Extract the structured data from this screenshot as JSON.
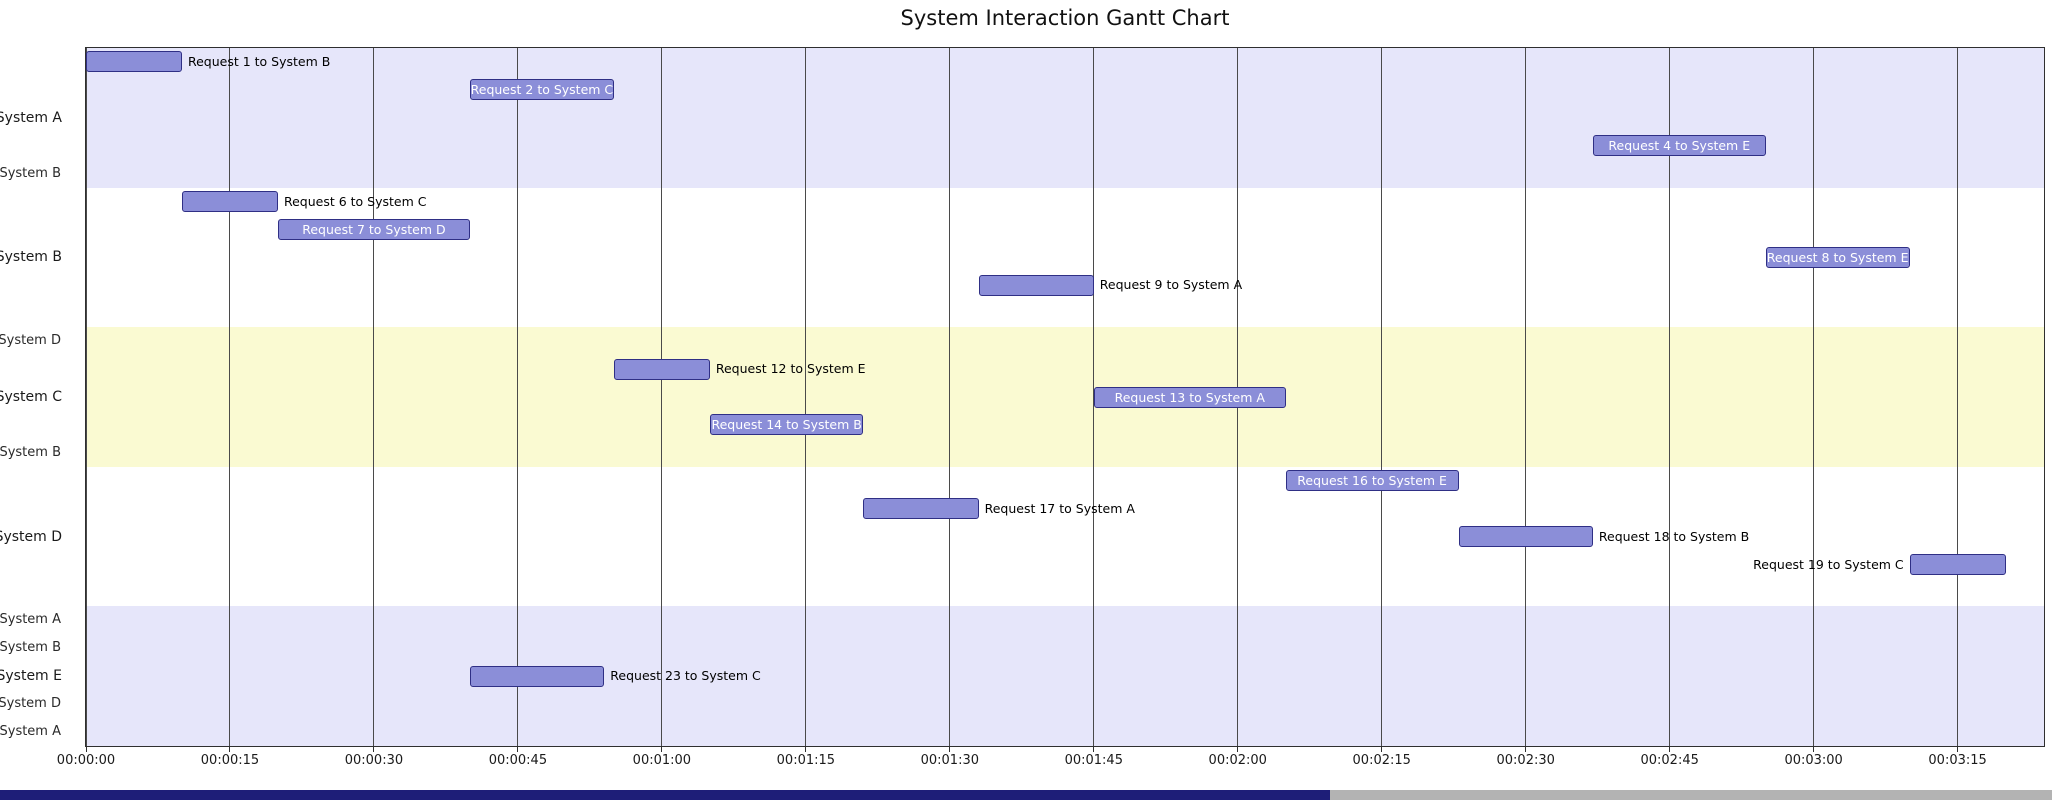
{
  "title": "System Interaction Gantt Chart",
  "colors": {
    "bar_fill": "#8b8ed8",
    "bar_border": "#2f2f85",
    "gridline": "#4a4a4a",
    "axis_text": "#1a1a1a",
    "inside_label": "#ffffff",
    "outside_label": "#000000",
    "strip_fill": "#1e1e78",
    "strip_track": "#b3b3b3"
  },
  "chart_data": {
    "type": "gantt",
    "title": "System Interaction Gantt Chart",
    "xlabel": "",
    "ylabel": "",
    "grid": true,
    "x_ticks": [
      "00:00:00",
      "00:00:15",
      "00:00:30",
      "00:00:45",
      "00:01:00",
      "00:01:15",
      "00:01:30",
      "00:01:45",
      "00:02:00",
      "00:02:15",
      "00:02:30",
      "00:02:45",
      "00:03:00",
      "00:03:15"
    ],
    "x_tick_seconds": [
      0,
      15,
      30,
      45,
      60,
      75,
      90,
      105,
      120,
      135,
      150,
      165,
      180,
      195
    ],
    "x_range_seconds": [
      0,
      204
    ],
    "groups": [
      {
        "label": "System A",
        "band_color": "#e6e6fa",
        "lanes": 5
      },
      {
        "label": "System B",
        "band_color": "#ffffff",
        "lanes": 5
      },
      {
        "label": "System C",
        "band_color": "#fafad2",
        "lanes": 5
      },
      {
        "label": "System D",
        "band_color": "#ffffff",
        "lanes": 5
      },
      {
        "label": "System E",
        "band_color": "#e6e6fa",
        "lanes": 5
      }
    ],
    "bars": [
      {
        "group": 0,
        "lane": 0,
        "start": 0,
        "end": 10,
        "label": "Request 1 to System B",
        "label_pos": "right"
      },
      {
        "group": 0,
        "lane": 1,
        "start": 40,
        "end": 55,
        "label": "Request 2 to System C",
        "label_pos": "inside"
      },
      {
        "group": 0,
        "lane": 3,
        "start": 157,
        "end": 175,
        "label": "Request 4 to System E",
        "label_pos": "inside"
      },
      {
        "group": 1,
        "lane": 0,
        "start": 10,
        "end": 20,
        "label": "Request 6 to System C",
        "label_pos": "right"
      },
      {
        "group": 1,
        "lane": 1,
        "start": 20,
        "end": 40,
        "label": "Request 7 to System D",
        "label_pos": "inside"
      },
      {
        "group": 1,
        "lane": 2,
        "start": 175,
        "end": 190,
        "label": "Request 8 to System E",
        "label_pos": "inside"
      },
      {
        "group": 1,
        "lane": 3,
        "start": 93,
        "end": 105,
        "label": "Request 9 to System A",
        "label_pos": "right"
      },
      {
        "group": 2,
        "lane": 1,
        "start": 55,
        "end": 65,
        "label": "Request 12 to System E",
        "label_pos": "right"
      },
      {
        "group": 2,
        "lane": 2,
        "start": 105,
        "end": 125,
        "label": "Request 13 to System A",
        "label_pos": "inside"
      },
      {
        "group": 2,
        "lane": 3,
        "start": 65,
        "end": 81,
        "label": "Request 14 to System B",
        "label_pos": "inside"
      },
      {
        "group": 3,
        "lane": 0,
        "start": 125,
        "end": 143,
        "label": "Request 16 to System E",
        "label_pos": "inside"
      },
      {
        "group": 3,
        "lane": 1,
        "start": 81,
        "end": 93,
        "label": "Request 17 to System A",
        "label_pos": "right"
      },
      {
        "group": 3,
        "lane": 2,
        "start": 143,
        "end": 157,
        "label": "Request 18 to System B",
        "label_pos": "right"
      },
      {
        "group": 3,
        "lane": 3,
        "start": 190,
        "end": 200,
        "label": "Request 19 to System C",
        "label_pos": "left"
      },
      {
        "group": 4,
        "lane": 2,
        "start": 40,
        "end": 54,
        "label": "Request 23 to System C",
        "label_pos": "right"
      }
    ],
    "clipped_edge_labels": [
      {
        "group": 0,
        "lane": 4,
        "text": "o System B"
      },
      {
        "group": 2,
        "lane": 0,
        "text": "o System D"
      },
      {
        "group": 2,
        "lane": 4,
        "text": "o System B"
      },
      {
        "group": 4,
        "lane": 0,
        "text": "o System A"
      },
      {
        "group": 4,
        "lane": 1,
        "text": "o System B"
      },
      {
        "group": 4,
        "lane": 3,
        "text": "o System D"
      },
      {
        "group": 4,
        "lane": 4,
        "text": "o System A"
      }
    ]
  },
  "bottom_strip": {
    "filled_fraction": 0.648
  }
}
